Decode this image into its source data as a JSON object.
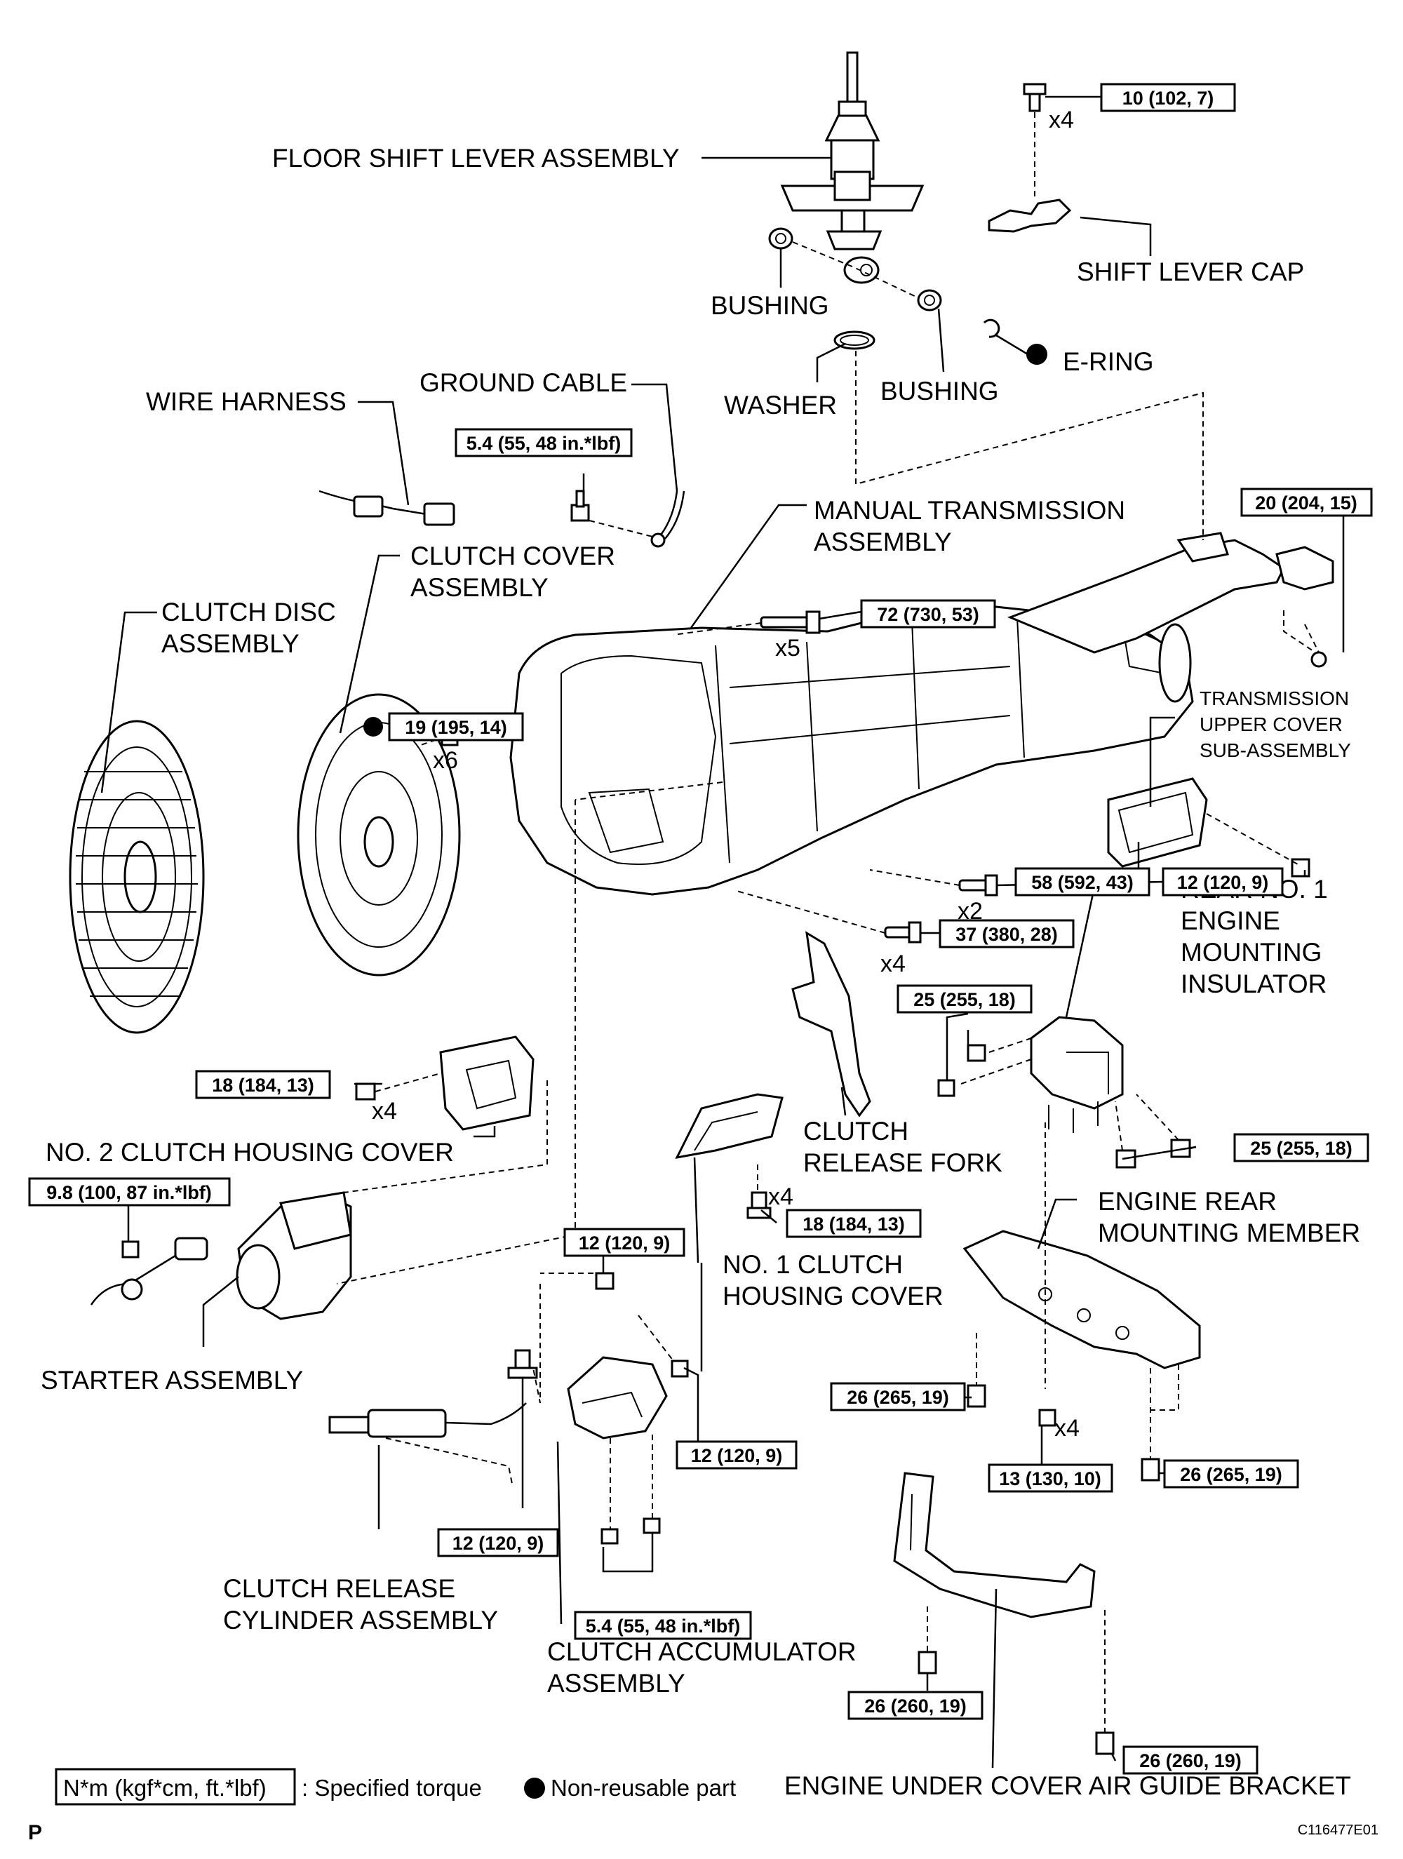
{
  "labels": {
    "floor_shift_lever": "FLOOR SHIFT LEVER ASSEMBLY",
    "shift_lever_cap": "SHIFT LEVER CAP",
    "bushing_1": "BUSHING",
    "bushing_2": "BUSHING",
    "e_ring": "E-RING",
    "washer": "WASHER",
    "ground_cable": "GROUND CABLE",
    "wire_harness": "WIRE HARNESS",
    "manual_transmission_1": "MANUAL TRANSMISSION",
    "manual_transmission_2": "ASSEMBLY",
    "clutch_cover_1": "CLUTCH COVER",
    "clutch_cover_2": "ASSEMBLY",
    "clutch_disc_1": "CLUTCH DISC",
    "clutch_disc_2": "ASSEMBLY",
    "upper_cover_1": "TRANSMISSION",
    "upper_cover_2": "UPPER COVER",
    "upper_cover_3": "SUB-ASSEMBLY",
    "rear_insulator_1": "REAR NO. 1",
    "rear_insulator_2": "ENGINE",
    "rear_insulator_3": "MOUNTING",
    "rear_insulator_4": "INSULATOR",
    "release_fork_1": "CLUTCH",
    "release_fork_2": "RELEASE FORK",
    "no2_housing_cover": "NO. 2 CLUTCH HOUSING COVER",
    "no1_housing_cover_1": "NO. 1 CLUTCH",
    "no1_housing_cover_2": "HOUSING COVER",
    "engine_rear_member_1": "ENGINE REAR",
    "engine_rear_member_2": "MOUNTING MEMBER",
    "starter": "STARTER ASSEMBLY",
    "release_cylinder_1": "CLUTCH RELEASE",
    "release_cylinder_2": "CYLINDER ASSEMBLY",
    "accumulator_1": "CLUTCH ACCUMULATOR",
    "accumulator_2": "ASSEMBLY",
    "air_guide_bracket": "ENGINE UNDER COVER AIR GUIDE BRACKET"
  },
  "torques": {
    "t_shift_cap": "10 (102, 7)",
    "t_ground": "5.4 (55, 48 in.*lbf)",
    "t_rear_support": "20 (204, 15)",
    "t_trans_72": "72 (730, 53)",
    "t_clutch_cover": "19 (195, 14)",
    "t_upper_cover": "12 (120, 9)",
    "t_58": "58 (592, 43)",
    "t_37": "37 (380, 28)",
    "t_insulator_top": "25 (255, 18)",
    "t_insulator_bottom": "25 (255, 18)",
    "t_no2_cover": "18 (184, 13)",
    "t_no1_cover": "18 (184, 13)",
    "t_starter": "9.8 (100, 87 in.*lbf)",
    "t_accum_top": "12 (120, 9)",
    "t_accum_right": "12 (120, 9)",
    "t_cylinder": "12 (120, 9)",
    "t_accum_bottom": "5.4 (55, 48 in.*lbf)",
    "t_member_left": "26 (265, 19)",
    "t_member_right": "26 (265, 19)",
    "t_member_center": "13 (130, 10)",
    "t_bracket_left": "26 (260, 19)",
    "t_bracket_right": "26 (260, 19)"
  },
  "multipliers": {
    "m_cap": "x4",
    "m_72": "x5",
    "m_cover": "x6",
    "m_58": "x2",
    "m_37": "x4",
    "m_no2": "x4",
    "m_no1": "x4",
    "m_center": "x4"
  },
  "legend": {
    "unit": "N*m (kgf*cm, ft.*lbf)",
    "specified": ": Specified torque",
    "non_reusable": "Non-reusable part"
  },
  "footer": {
    "corner_letter": "P",
    "code": "C116477E01"
  }
}
